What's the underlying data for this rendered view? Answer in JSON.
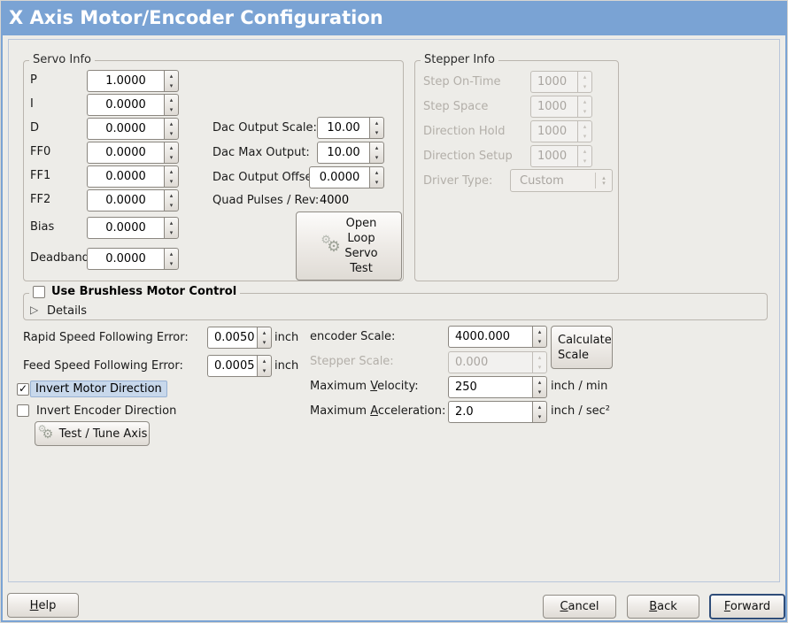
{
  "window": {
    "title": "X Axis Motor/Encoder Configuration"
  },
  "colors": {
    "titlebar": "#7aa3d4",
    "background": "#edece8",
    "focus_highlight": "#c8d8eb",
    "default_button_border": "#2f4d79"
  },
  "icons": {
    "check": "✓",
    "expander": "▷",
    "gear": "⚙",
    "spin_up": "▴",
    "spin_down": "▾"
  },
  "servo_info": {
    "legend": "Servo Info",
    "rows": [
      {
        "label": "P",
        "value": "1.0000"
      },
      {
        "label": "I",
        "value": "0.0000"
      },
      {
        "label": "D",
        "value": "0.0000"
      },
      {
        "label": "FF0",
        "value": "0.0000"
      },
      {
        "label": "FF1",
        "value": "0.0000"
      },
      {
        "label": "FF2",
        "value": "0.0000"
      },
      {
        "label": "Bias",
        "value": "0.0000"
      },
      {
        "label": "Deadband",
        "value": "0.0000"
      }
    ],
    "dac": [
      {
        "label": "Dac Output Scale:",
        "value": "10.00"
      },
      {
        "label": "Dac Max Output:",
        "value": "10.00"
      },
      {
        "label": "Dac Output Offset:",
        "value": "0.0000"
      }
    ],
    "quad_label": "Quad Pulses / Rev:",
    "quad_value": "4000",
    "open_loop_button": {
      "line1": "Open",
      "line2": "Loop",
      "line3": "Servo",
      "line4": "Test"
    }
  },
  "stepper_info": {
    "legend": "Stepper Info",
    "rows": [
      {
        "label": "Step On-Time",
        "value": "1000"
      },
      {
        "label": "Step Space",
        "value": "1000"
      },
      {
        "label": "Direction Hold",
        "value": "1000"
      },
      {
        "label": "Direction Setup",
        "value": "1000"
      }
    ],
    "driver_type_label": "Driver Type:",
    "driver_type_value": "Custom"
  },
  "brushless": {
    "checkbox_label": "Use Brushless Motor Control",
    "checked": false,
    "check_glyph": "",
    "details_label": "Details"
  },
  "following_error": {
    "rapid_label": "Rapid Speed Following Error:",
    "rapid_value": "0.0050",
    "rapid_unit": "inch",
    "feed_label": "Feed Speed Following Error:",
    "feed_value": "0.0005",
    "feed_unit": "inch"
  },
  "scales": {
    "encoder_label": "encoder Scale:",
    "encoder_value": "4000.000",
    "calculate_button_line1": "Calculate",
    "calculate_button_line2": "Scale",
    "stepper_label": "Stepper Scale:",
    "stepper_value": "0.000",
    "velocity_label_pre": "Maximum ",
    "velocity_mn": "V",
    "velocity_post": "elocity:",
    "velocity_value": "250",
    "velocity_unit": "inch / min",
    "accel_label_pre": "Maximum ",
    "accel_mn": "A",
    "accel_post": "cceleration:",
    "accel_value": "2.0",
    "accel_unit": "inch / sec²"
  },
  "direction": {
    "invert_motor_label": "Invert Motor Direction",
    "invert_motor_checked": true,
    "invert_motor_check_glyph": "✓",
    "invert_encoder_label": "Invert Encoder Direction",
    "invert_encoder_checked": false,
    "invert_encoder_check_glyph": "",
    "test_tune_button": "Test / Tune Axis"
  },
  "actions": {
    "help_mn": "H",
    "help_post": "elp",
    "cancel_mn": "C",
    "cancel_post": "ancel",
    "back_mn": "B",
    "back_post": "ack",
    "forward_mn": "F",
    "forward_post": "orward"
  }
}
